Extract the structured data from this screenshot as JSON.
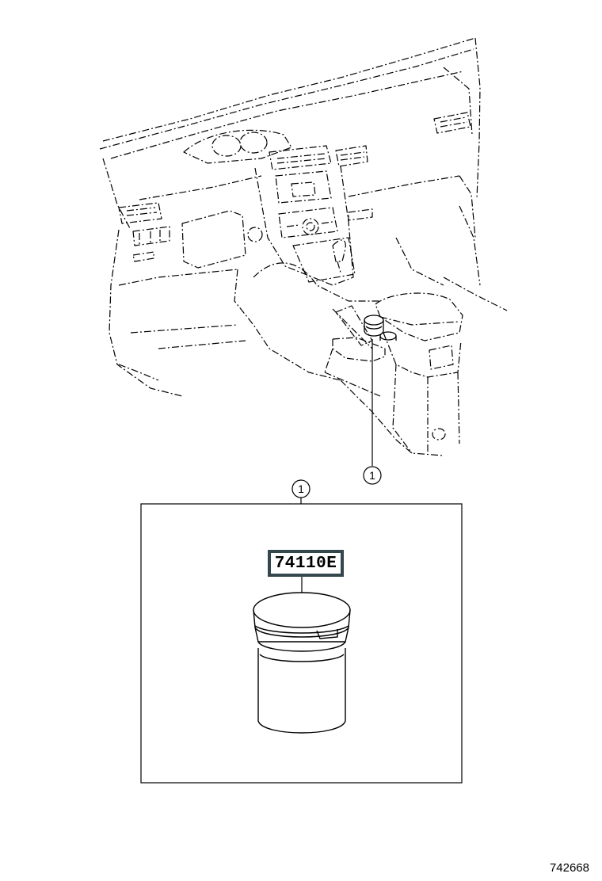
{
  "diagram": {
    "callout_main": "1",
    "callout_detail": "1",
    "part_number": "74110E",
    "drawing_number": "742668",
    "colors": {
      "line": "#000000",
      "label_border": "#33474d",
      "background": "#ffffff"
    }
  }
}
